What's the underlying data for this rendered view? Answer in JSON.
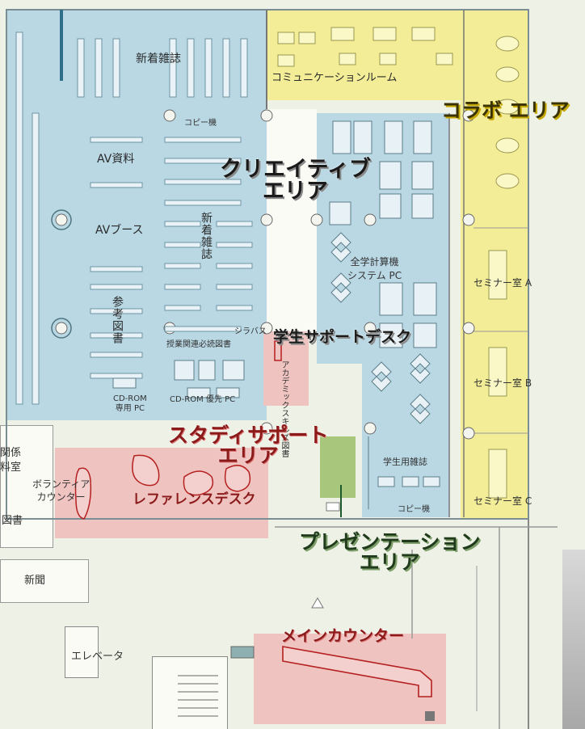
{
  "zones": {
    "creative": "クリエイティブ\nエリア",
    "collabo": "コラボ エリア",
    "student_support": "学生サポートデスク",
    "study_support": "スタディサポート\nエリア",
    "presentation": "プレゼンテーション\nエリア",
    "main_counter": "メインカウンター",
    "reference_desk": "レファレンスデスク"
  },
  "labels": {
    "new_magazines_top": "新着雑誌",
    "communication_room": "コミュニケーションルーム",
    "copier_top": "コピー機",
    "av_materials": "AV資料",
    "av_booth": "AVブース",
    "new_magazines_vertical": "新着雑誌",
    "reference_books": "参考図書",
    "syllabus": "シラバス",
    "course_books": "授業関連必読図書",
    "academic_skills": "アカデミックスキルズ図書",
    "cdrom_only": "CD-ROM\n専用 PC",
    "cdrom_priority": "CD-ROM 優先 PC",
    "computer_system": "全学計算機\nシステム PC",
    "seminar_a": "セミナー室 A",
    "seminar_b": "セミナー室 B",
    "seminar_c": "セミナー室 C",
    "student_magazines": "学生用雑誌",
    "copier_bottom": "コピー機",
    "volunteer_counter": "ボランティア\nカウンター",
    "related_room": "関係\n料室",
    "books_left": "図書",
    "newspapers": "新聞",
    "elevator": "エレベータ"
  },
  "colors": {
    "creative_blue": "#b9d8e4",
    "collabo_yellow": "#f3ed97",
    "support_pink": "#efc3c0",
    "presentation_green": "#a9c77c"
  }
}
